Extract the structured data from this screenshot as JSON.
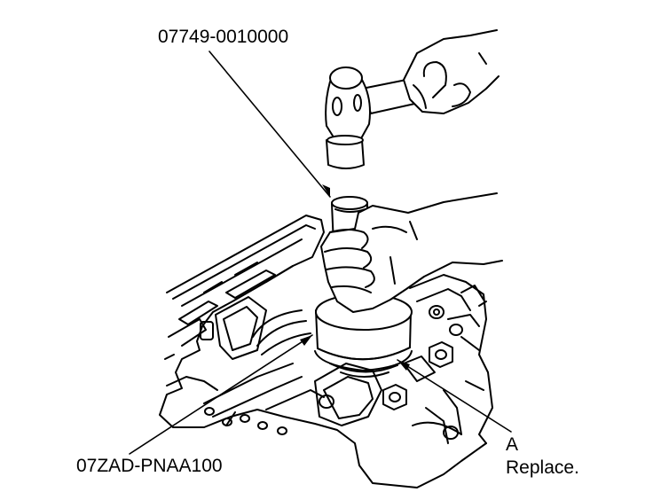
{
  "labels": {
    "driver_tool": "07749-0010000",
    "attachment_tool": "07ZAD-PNAA100",
    "part_letter": "A",
    "part_note": "Replace."
  },
  "colors": {
    "line": "#000000",
    "background": "#ffffff"
  }
}
